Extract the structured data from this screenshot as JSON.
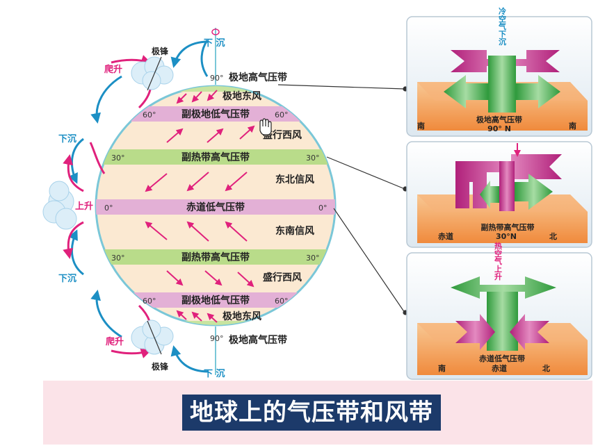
{
  "labels": {
    "polar_high_n": "极地高气压带",
    "polar_east_n": "极地东风",
    "subpolar_low_n": "副极地低气压带",
    "westerly_n": "盛行西风",
    "subtropical_high_n": "副热带高气压带",
    "ne_trade": "东北信风",
    "equatorial_low": "赤道低气压带",
    "se_trade": "东南信风",
    "subtropical_high_s": "副热带高气压带",
    "westerly_s": "盛行西风",
    "subpolar_low_s": "副极地低气压带",
    "polar_east_s": "极地东风",
    "polar_high_s": "极地高气压带"
  },
  "degrees": {
    "d90": "90°",
    "d60": "60°",
    "d30": "30°",
    "d0": "0°"
  },
  "side_labels": {
    "xia_chen_top": "下  沉",
    "ji_feng_top": "极锋",
    "pa_sheng_top": "爬升",
    "xia_chen_left_top": "下沉",
    "shang_sheng": "上升",
    "xia_chen_left_bottom": "下沉",
    "pa_sheng_bottom": "爬升",
    "ji_feng_bottom": "极锋",
    "xia_chen_bottom": "下  沉"
  },
  "panels": [
    {
      "vertical_text": "冷空气下沉",
      "belt": "极地高气压带",
      "lat": "90° N",
      "left": "南",
      "right": "南"
    },
    {
      "belt": "副热带高气压带",
      "left": "赤道",
      "lat": "30°N",
      "right": "北"
    },
    {
      "vertical_text": "热空气上升",
      "belt": "赤道低气压带",
      "left": "南",
      "lat": "赤道",
      "right": "北"
    }
  ],
  "title": "地球上的气压带和风带",
  "colors": {
    "band_pink": "#e3b0d6",
    "band_green": "#b9dc8a",
    "globe_fill": "#fbe9d2",
    "arrow_pink": "#e0217c",
    "arrow_blue": "#1c8fc4",
    "title_bg": "#1c3a6a",
    "banner_bg": "#fbe3e8"
  }
}
